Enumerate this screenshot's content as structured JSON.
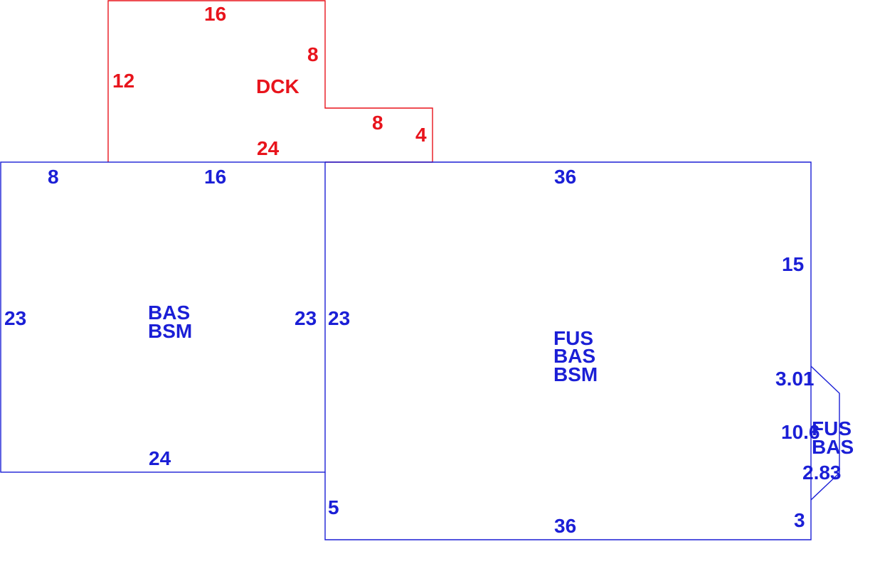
{
  "colors": {
    "deck": "#e8141c",
    "house": "#1b1fd6",
    "background": "#ffffff"
  },
  "deck": {
    "code": "DCK",
    "dims": {
      "top": "16",
      "right_upper": "8",
      "left": "12",
      "step_top": "8",
      "step_right": "4",
      "bottom": "24"
    }
  },
  "left_section": {
    "codes": [
      "BAS",
      "BSM"
    ],
    "dims": {
      "top_a": "8",
      "top_b": "16",
      "left": "23",
      "right": "23",
      "bottom": "24"
    }
  },
  "main_section": {
    "codes": [
      "FUS",
      "BAS",
      "BSM"
    ],
    "dims": {
      "top": "36",
      "left": "23",
      "right_upper": "15",
      "left_lower": "5",
      "bottom": "36"
    }
  },
  "bay": {
    "codes": [
      "FUS",
      "BAS"
    ],
    "dims": {
      "upper_diag": "3.01",
      "face": "10.6",
      "lower_diag": "2.83",
      "bottom_right": "3"
    }
  }
}
